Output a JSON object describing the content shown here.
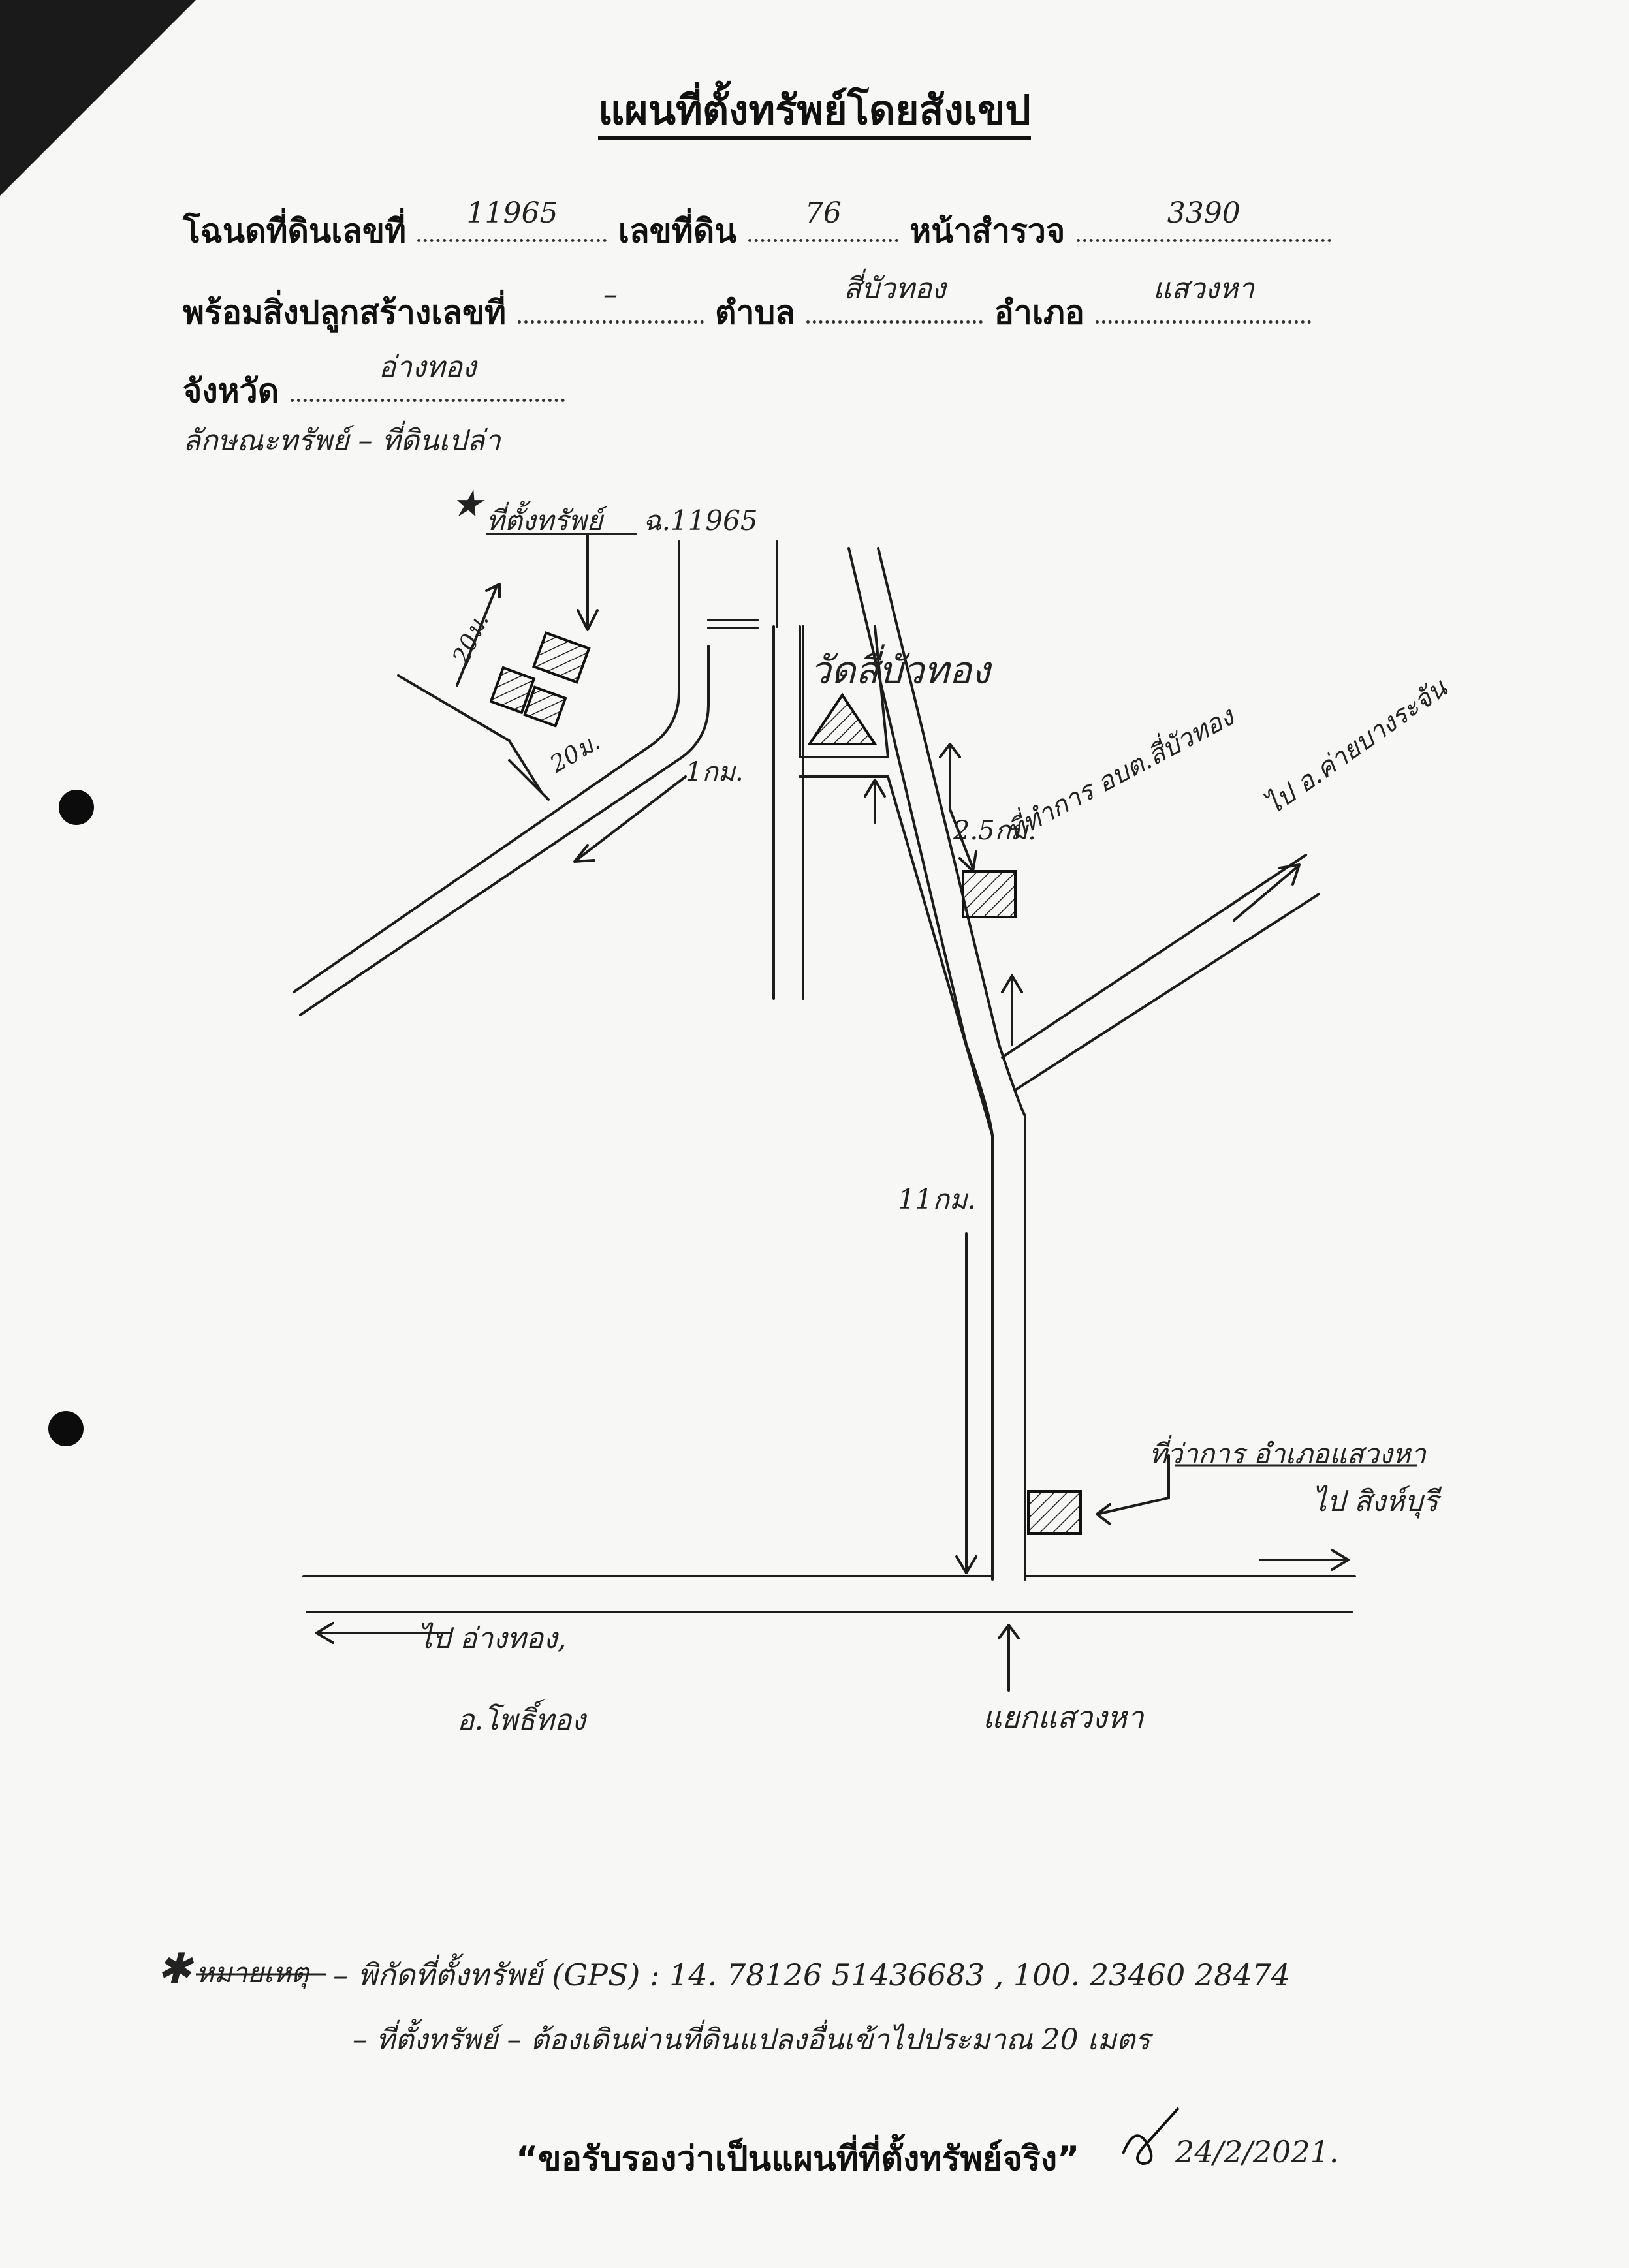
{
  "header": {
    "title": "แผนที่ตั้งทรัพย์โดยสังเขป"
  },
  "fields": {
    "deed_label": "โฉนดที่ดินเลขที่",
    "deed_value": "11965",
    "land_no_label": "เลขที่ดิน",
    "land_no_value": "76",
    "survey_page_label": "หน้าสำรวจ",
    "survey_page_value": "3390",
    "building_label": "พร้อมสิ่งปลูกสร้างเลขที่",
    "building_value": "–",
    "subdistrict_label": "ตำบล",
    "subdistrict_value": "สี่บัวทอง",
    "district_label": "อำเภอ",
    "district_value": "แสวงหา",
    "province_label": "จังหวัด",
    "province_value": "อ่างทอง"
  },
  "asset_type": "ลักษณะทรัพย์ – ที่ดินเปล่า",
  "map": {
    "asset_marker": "ที่ตั้งทรัพย์",
    "asset_deed": "ฉ.11965",
    "star": "★",
    "dim_top": "20ม.",
    "dim_side": "20ม.",
    "dist_1km": "1กม.",
    "temple": "วัดสี่บัวทอง",
    "dist_2_5km": "2.5กม.",
    "sao_office": "ที่ทำการ อบต.สี่บัวทอง",
    "to_amphoe": "ไป อ.ค่ายบางระจัน",
    "dist_11km": "11กม.",
    "district_office": "ที่ว่าการ อำเภอแสวงหา",
    "to_singburi": "ไป สิงห์บุรี",
    "to_angthong": "ไป อ่างทอง,",
    "to_pho_thong": "อ.โพธิ์ทอง",
    "junction": "แยกแสวงหา"
  },
  "notes": {
    "label": "หมายเหตุ",
    "line1": "– พิกัดที่ตั้งทรัพย์ (GPS) :   14. 78126 51436683 , 100. 23460 28474",
    "line2": "– ที่ตั้งทรัพย์ – ต้องเดินผ่านที่ดินแปลงอื่นเข้าไปประมาณ 20 เมตร"
  },
  "footer": {
    "certify": "“ขอรับรองว่าเป็นแผนที่ที่ตั้งทรัพย์จริง”",
    "date": "24/2/2021."
  }
}
